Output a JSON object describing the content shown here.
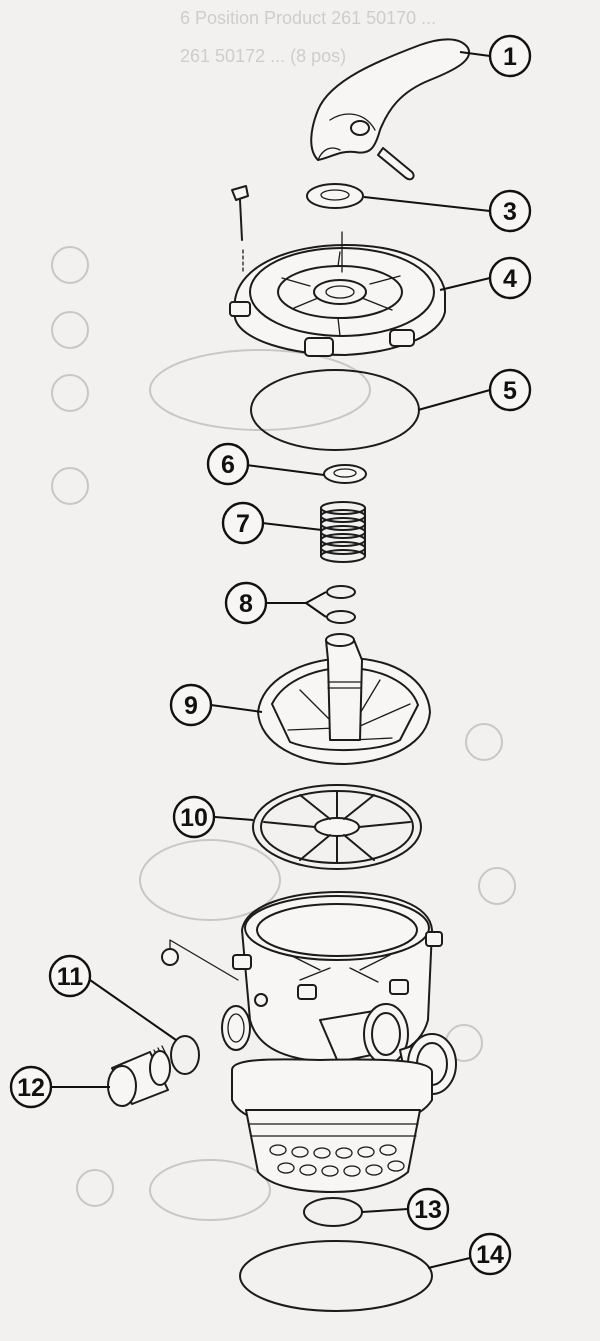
{
  "header_text": {
    "line1": "6 Position Product 261 50170 ...",
    "line2": "261 50172 ... (8 pos)"
  },
  "callouts": [
    {
      "id": "1",
      "label": "1"
    },
    {
      "id": "3",
      "label": "3"
    },
    {
      "id": "4",
      "label": "4"
    },
    {
      "id": "5",
      "label": "5"
    },
    {
      "id": "6",
      "label": "6"
    },
    {
      "id": "7",
      "label": "7"
    },
    {
      "id": "8",
      "label": "8"
    },
    {
      "id": "9",
      "label": "9"
    },
    {
      "id": "10",
      "label": "10"
    },
    {
      "id": "11",
      "label": "11"
    },
    {
      "id": "12",
      "label": "12"
    },
    {
      "id": "13",
      "label": "13"
    },
    {
      "id": "14",
      "label": "14"
    }
  ]
}
